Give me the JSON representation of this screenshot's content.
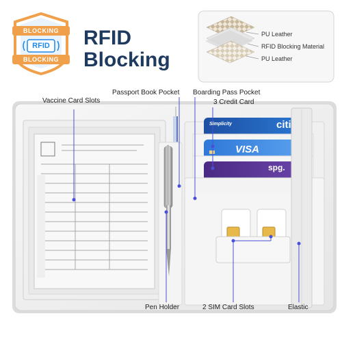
{
  "badge": {
    "top_text": "BLOCKING",
    "center_text": "RFID",
    "bottom_text": "BLOCKING"
  },
  "headline": {
    "line1": "RFID",
    "line2": "Blocking"
  },
  "material_legend": [
    "PU Leather",
    "RFID Blocking Material",
    "PU Leather"
  ],
  "callouts": {
    "vaccine_card_slots": "Vaccine Card Slots",
    "passport_book_pocket": "Passport Book Pocket",
    "boarding_pass_pocket": "Boarding Pass Pocket",
    "credit_cards": "3 Credit Card",
    "pen_holder": "Pen Holder",
    "sim_card_slots": "2 SIM Card Slots",
    "elastic": "Elastic"
  },
  "cards": {
    "card1_brand": "Simplicity",
    "card1_logo": "citi",
    "card2_logo": "VISA",
    "card3_logo": "spg."
  },
  "colors": {
    "navy": "#1f3a5f",
    "badge_orange": "#f0a04b",
    "badge_blue": "#1e88e5",
    "callout_line": "#4a4fd8",
    "wallet_white": "#f2f2f2",
    "checker_tan": "#cdbfa6"
  }
}
